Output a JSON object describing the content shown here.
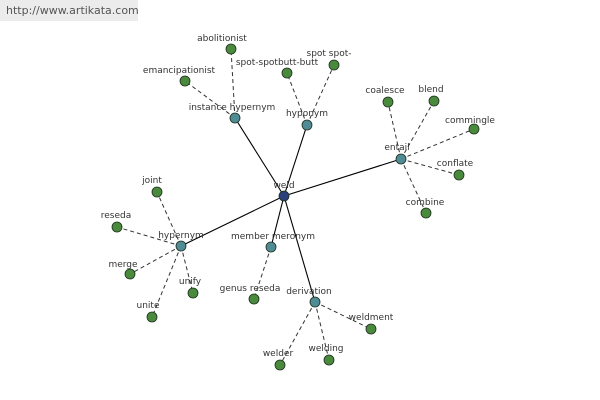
{
  "header": {
    "url": "http://www.artikata.com"
  },
  "colors": {
    "center_node": "#2b3f7a",
    "relation_node": "#4f8c96",
    "leaf_node": "#4a8a3c",
    "strong_edge": "#000000",
    "weak_edge": "#333333"
  },
  "graph": {
    "center": {
      "label": "weld"
    },
    "relations": [
      {
        "label": "instance hypernym"
      },
      {
        "label": "hyponym"
      },
      {
        "label": "entail"
      },
      {
        "label": "hypernym"
      },
      {
        "label": "member meronym"
      },
      {
        "label": "derivation"
      }
    ],
    "leaves": [
      {
        "label": "abolitionist",
        "relation": "instance hypernym"
      },
      {
        "label": "emancipationist",
        "relation": "instance hypernym"
      },
      {
        "label": "spot-spotbutt-butt",
        "relation": "hyponym"
      },
      {
        "label": "spot spot-",
        "relation": "hyponym"
      },
      {
        "label": "coalesce",
        "relation": "entail"
      },
      {
        "label": "blend",
        "relation": "entail"
      },
      {
        "label": "commingle",
        "relation": "entail"
      },
      {
        "label": "conflate",
        "relation": "entail"
      },
      {
        "label": "combine",
        "relation": "entail"
      },
      {
        "label": "joint",
        "relation": "hypernym"
      },
      {
        "label": "reseda",
        "relation": "hypernym"
      },
      {
        "label": "merge",
        "relation": "hypernym"
      },
      {
        "label": "unify",
        "relation": "hypernym"
      },
      {
        "label": "unite",
        "relation": "hypernym"
      },
      {
        "label": "genus reseda",
        "relation": "member meronym"
      },
      {
        "label": "weldment",
        "relation": "derivation"
      },
      {
        "label": "welder",
        "relation": "derivation"
      },
      {
        "label": "welding",
        "relation": "derivation"
      }
    ]
  }
}
